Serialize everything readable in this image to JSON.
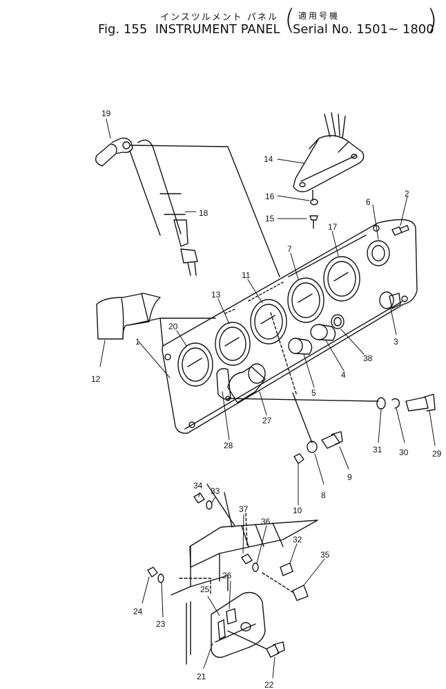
{
  "header": {
    "title_jp": "インスツルメント パネル",
    "serial_jp": "適用号機",
    "fig_label": "Fig. 155",
    "title_en": "INSTRUMENT PANEL",
    "serial_en": "Serial No. 1501~ 1800"
  },
  "callouts": {
    "c1": "1",
    "c2": "2",
    "c3": "3",
    "c4": "4",
    "c5": "5",
    "c6": "6",
    "c7": "7",
    "c8": "8",
    "c9": "9",
    "c10": "10",
    "c11": "11",
    "c12": "12",
    "c13": "13",
    "c14": "14",
    "c15": "15",
    "c16": "16",
    "c17": "17",
    "c18": "18",
    "c19": "19",
    "c20": "20",
    "c21": "21",
    "c22": "22",
    "c23": "23",
    "c24": "24",
    "c25": "25",
    "c26": "26",
    "c27": "27",
    "c28": "28",
    "c29": "29",
    "c30": "30",
    "c31": "31",
    "c32": "32",
    "c33": "33",
    "c34": "34",
    "c35": "35",
    "c36": "36",
    "c37": "37",
    "c38": "38"
  }
}
